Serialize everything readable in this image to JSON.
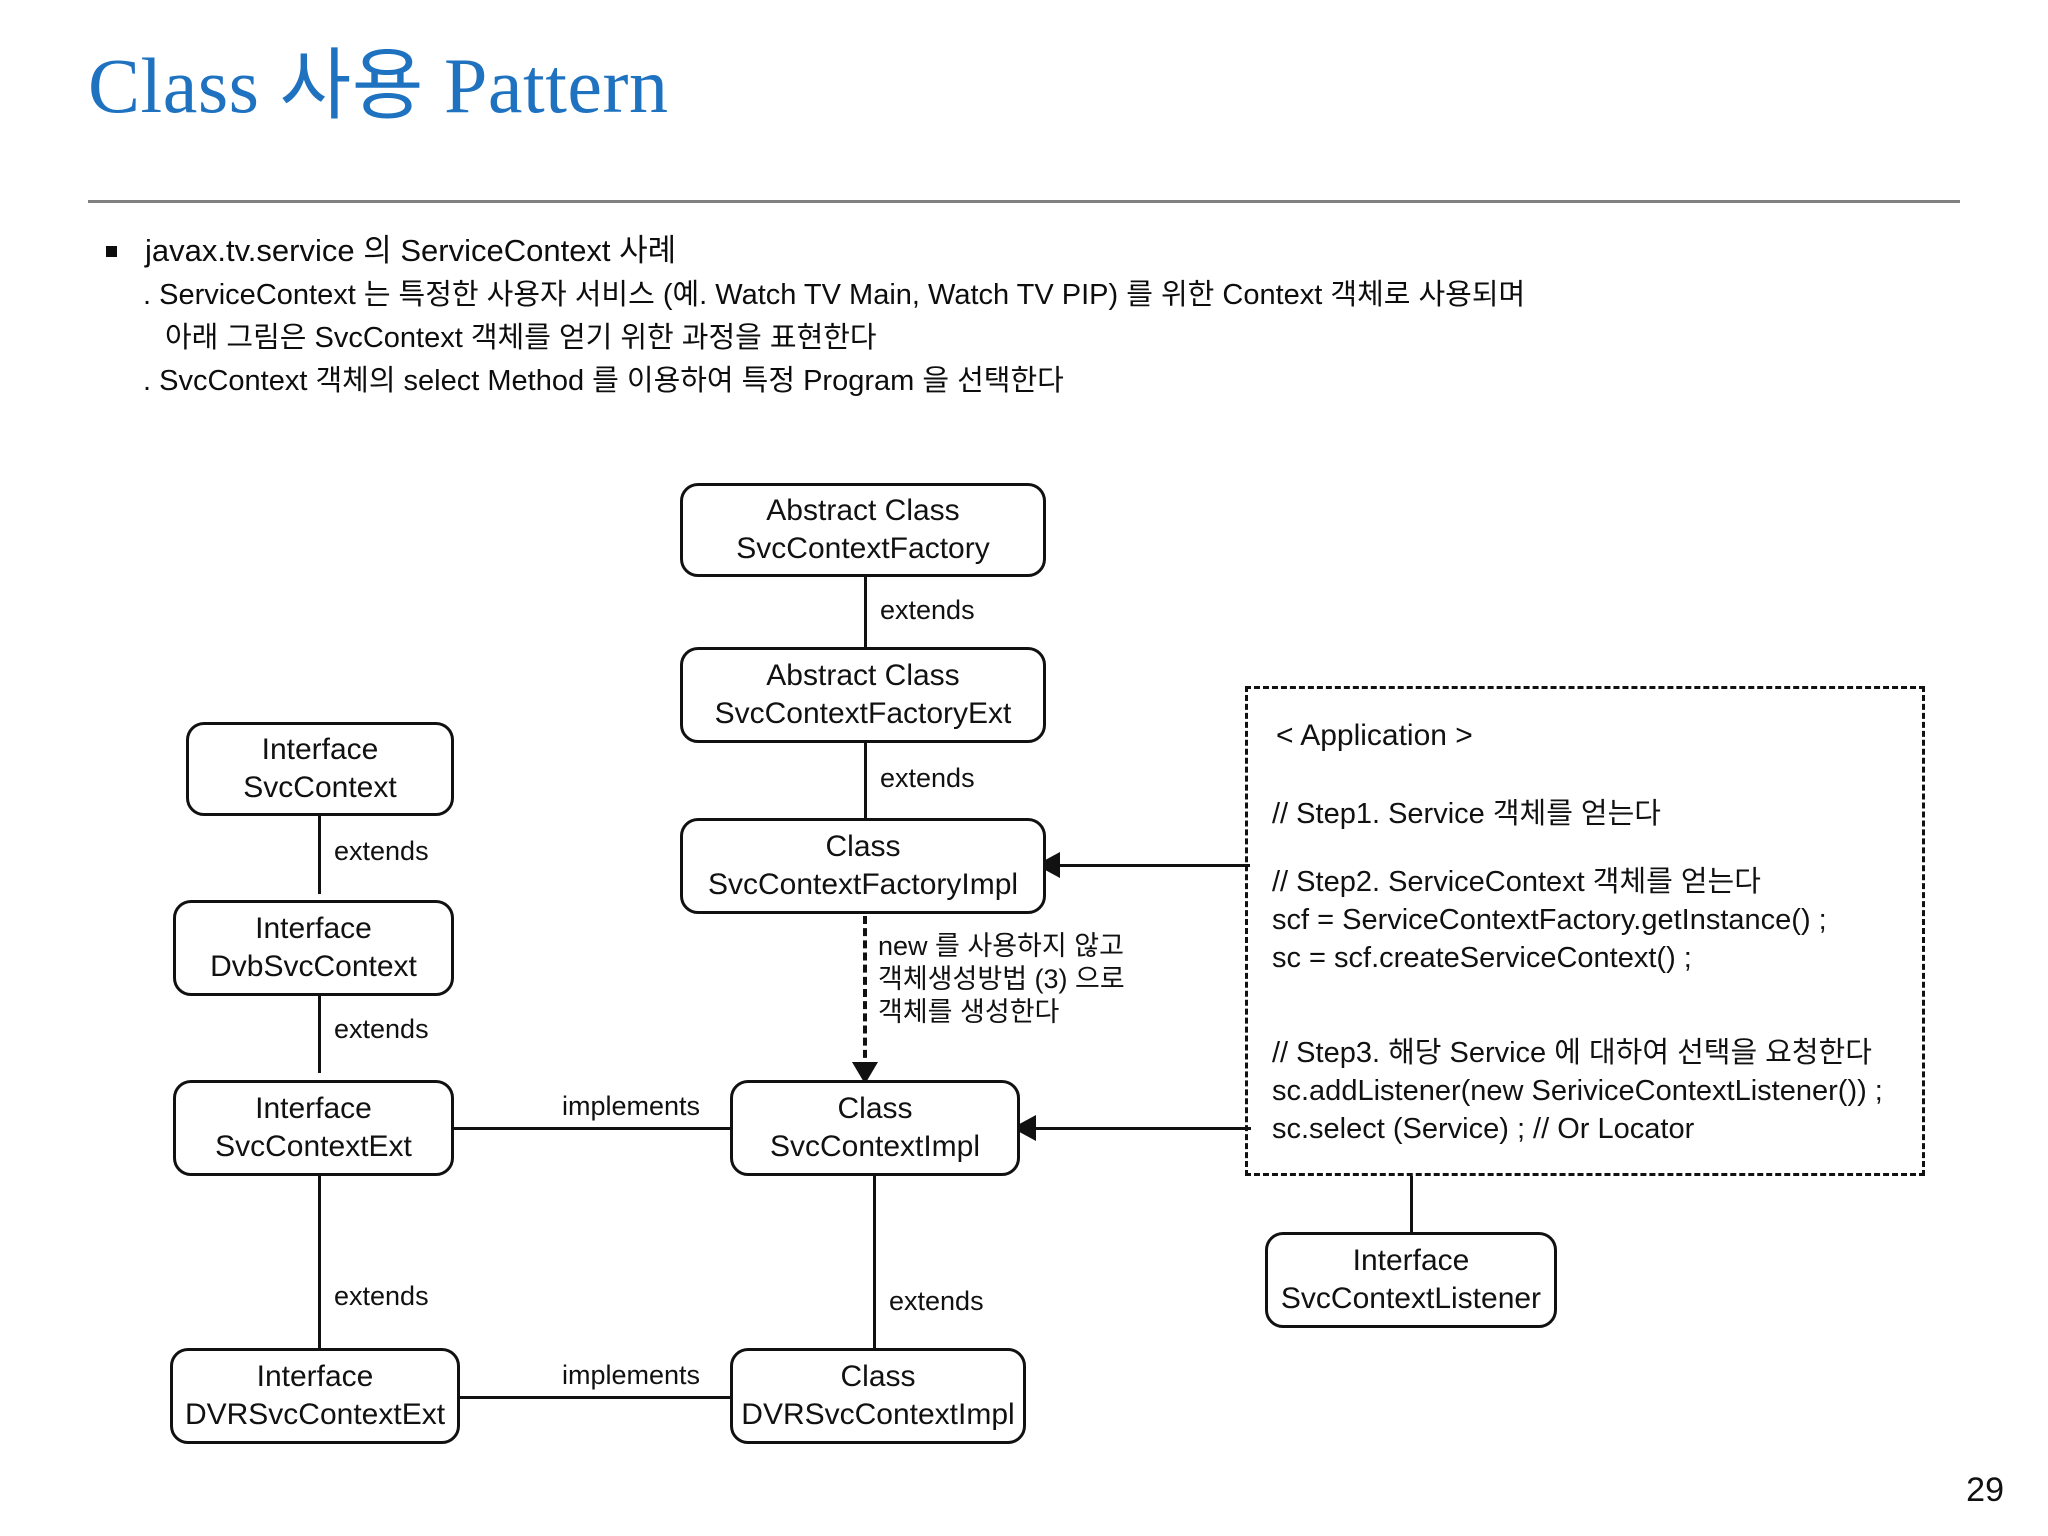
{
  "slide": {
    "title": "Class 사용 Pattern",
    "page_number": "29",
    "accent_color": "#1F72C0",
    "rule_color": "#808080",
    "text_color": "#0d0d0d"
  },
  "bullets": {
    "lead": "javax.tv.service  의 ServiceContext 사례",
    "sub": [
      ". ServiceContext 는 특정한 사용자 서비스 (예. Watch TV Main, Watch TV PIP) 를 위한 Context 객체로 사용되며",
      "아래 그림은 SvcContext 객체를 얻기 위한 과정을 표현한다",
      ". SvcContext 객체의 select Method 를 이용하여 특정 Program 을 선택한다"
    ]
  },
  "diagram": {
    "nodes": {
      "svc_context_factory": {
        "line1": "Abstract Class",
        "line2": "SvcContextFactory"
      },
      "svc_context_factory_ext": {
        "line1": "Abstract Class",
        "line2": "SvcContextFactoryExt"
      },
      "svc_context_factory_impl": {
        "line1": "Class",
        "line2": "SvcContextFactoryImpl"
      },
      "svc_context": {
        "line1": "Interface",
        "line2": "SvcContext"
      },
      "dvb_svc_context": {
        "line1": "Interface",
        "line2": "DvbSvcContext"
      },
      "svc_context_ext": {
        "line1": "Interface",
        "line2": "SvcContextExt"
      },
      "dvr_svc_context_ext": {
        "line1": "Interface",
        "line2": "DVRSvcContextExt"
      },
      "svc_context_impl": {
        "line1": "Class",
        "line2": "SvcContextImpl"
      },
      "dvr_svc_context_impl": {
        "line1": "Class",
        "line2": "DVRSvcContextImpl"
      },
      "svc_context_listener": {
        "line1": "Interface",
        "line2": "SvcContextListener"
      }
    },
    "edge_labels": {
      "extends_factory_to_ext": "extends",
      "extends_ext_to_impl": "extends",
      "extends_svccontext_to_dvb": "extends",
      "extends_dvb_to_ext": "extends",
      "extends_ext_to_dvrext": "extends",
      "implements_ext_impl": "implements",
      "implements_dvrext_dvrimpl": "implements",
      "extends_impl_to_dvrimpl": "extends"
    },
    "creation_note": [
      "new 를 사용하지 않고",
      "객체생성방법 (3) 으로",
      "객체를 생성한다"
    ]
  },
  "application": {
    "title": "< Application >",
    "lines": [
      "// Step1. Service 객체를 얻는다",
      "// Step2. ServiceContext 객체를 얻는다",
      "scf = ServiceContextFactory.getInstance() ;",
      "sc = scf.createServiceContext() ;",
      "// Step3. 해당 Service 에 대하여 선택을 요청한다",
      "sc.addListener(new SeriviceContextListener()) ;",
      "sc.select (Service) ; // Or Locator"
    ]
  }
}
